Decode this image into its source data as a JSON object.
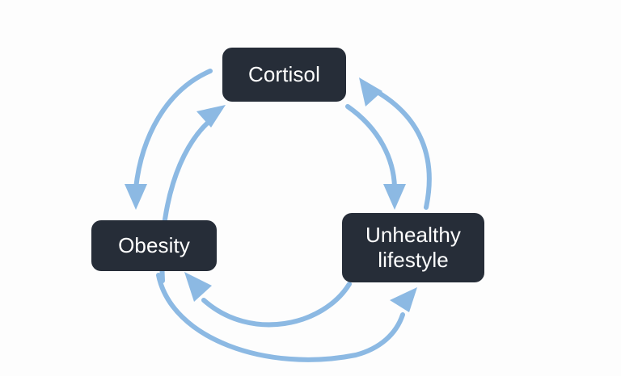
{
  "diagram": {
    "type": "cycle",
    "title": "",
    "background_color": "#fdfdfd",
    "node_fill_color": "#262d38",
    "node_text_color": "#ffffff",
    "arrow_color": "#8cb9e3",
    "nodes": [
      {
        "id": "cortisol",
        "label": "Cortisol",
        "position": "top"
      },
      {
        "id": "obesity",
        "label": "Obesity",
        "position": "bottom-left"
      },
      {
        "id": "unhealthy",
        "label": "Unhealthy\nlifestyle",
        "position": "bottom-right"
      }
    ],
    "edges": [
      {
        "id": "cortisol-to-obesity",
        "from": "Cortisol",
        "to": "Obesity",
        "style": "curved-arrow",
        "side": "left-outer"
      },
      {
        "id": "obesity-to-cortisol",
        "from": "Obesity",
        "to": "Cortisol",
        "style": "curved-arrow",
        "side": "left-inner"
      },
      {
        "id": "cortisol-to-unhealthy",
        "from": "Cortisol",
        "to": "Unhealthy lifestyle",
        "style": "curved-arrow",
        "side": "right-inner"
      },
      {
        "id": "unhealthy-to-cortisol",
        "from": "Unhealthy lifestyle",
        "to": "Cortisol",
        "style": "curved-arrow",
        "side": "right-outer"
      },
      {
        "id": "unhealthy-to-obesity",
        "from": "Unhealthy lifestyle",
        "to": "Obesity",
        "style": "curved-arrow",
        "side": "bottom-inner"
      },
      {
        "id": "obesity-to-unhealthy",
        "from": "Obesity",
        "to": "Unhealthy lifestyle",
        "style": "curved-arrow",
        "side": "bottom-outer"
      }
    ]
  }
}
